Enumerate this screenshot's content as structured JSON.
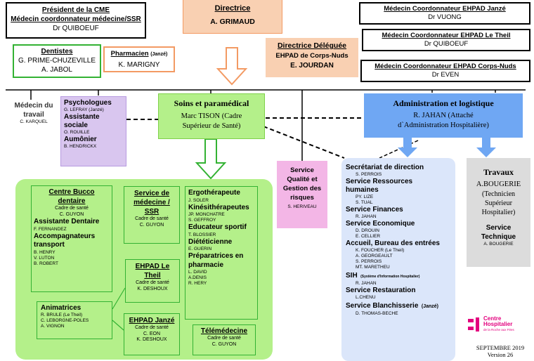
{
  "president": {
    "title": "Président de la CME",
    "subtitle": "Médecin coordonnateur médecine/SSR",
    "name": "Dr QUIBOEUF"
  },
  "directrice": {
    "title": "Directrice",
    "name": "A. GRIMAUD"
  },
  "janze_coord": {
    "title": "Médecin Coordonnateur EHPAD Janzé",
    "name": "Dr VUONG"
  },
  "theil_coord": {
    "title": "Médecin Coordonnateur EHPAD Le Theil",
    "name": "Dr QUIBOEUF"
  },
  "corps_coord": {
    "title": "Médecin Coordonnateur EHPAD Corps-Nuds",
    "name": "Dr EVEN"
  },
  "deleguee": {
    "title": "Directrice Déléguée",
    "line2": "EHPAD de Corps-Nuds",
    "name": "E. JOURDAN"
  },
  "dentistes": {
    "title": "Dentistes",
    "names": [
      "G. PRIME-CHUZEVILLE",
      "A. JABOL"
    ]
  },
  "pharmacien": {
    "title": "Pharmacien",
    "note": "(Janzé)",
    "name": "K.  MARIGNY"
  },
  "medecin_travail": {
    "title": "Médecin du travail",
    "name": "C. KARQUEL"
  },
  "psychologues": {
    "title": "Psychologues",
    "p1": "G. LEFRAY (Janzé)",
    "t2": "Assistante sociale",
    "p2": "O. ROUILLE",
    "t3": "Aumônier",
    "p3": "B. HENDRICKX"
  },
  "soins": {
    "title": "Soins et paramédical",
    "line1": "Marc TISON  (Cadre",
    "line2": "Supérieur de Santé)"
  },
  "admin": {
    "title": "Administration et logistique",
    "line1": "R. JAHAN (Attaché",
    "line2": "d`Administration Hospitalière)"
  },
  "qualite": {
    "lines": [
      "Service",
      "Qualité et",
      "Gestion des",
      "risques"
    ],
    "name": "S. HERIVEAU"
  },
  "travaux": {
    "title": "Travaux",
    "lines": [
      "A.BOUGERIE",
      "(Technicien",
      "Supérieur",
      "Hospitalier)"
    ],
    "st1": "Service",
    "st2": "Technique",
    "name": "A. BOUGERIE"
  },
  "bucco": {
    "t1": "Centre Bucco",
    "t2": "dentaire",
    "cadre": "Cadre de santé",
    "cname": "C. GUYON",
    "a1": "Assistante Dentaire",
    "a1n": "F. FERNANDEZ",
    "a2": "Accompagnateurs",
    "a3": "transport",
    "names": [
      "B. HENRY",
      "V. LUTON",
      "B. ROBERT"
    ]
  },
  "med_ssr": {
    "t1": "Service de",
    "t2": "médecine /",
    "t3": "SSR",
    "cadre": "Cadre de santé",
    "name": "C. GUYON"
  },
  "ehpad_theil": {
    "t1": "EHPAD Le",
    "t2": "Theil",
    "cadre": "Cadre de santé",
    "name": "K. DESHOUX"
  },
  "ehpad_janze": {
    "t1": "EHPAD Janzé",
    "cadre": "Cadre de santé",
    "n1": "C. EON",
    "n2": "K. DESHOUX"
  },
  "animatrices": {
    "title": "Animatrices",
    "names": [
      "R. BRULE  (Le Theil)",
      "C. LEBORGNE-POLES",
      "A. VIGNON"
    ]
  },
  "telemedecine": {
    "title": "Télémédecine",
    "cadre": "Cadre de santé",
    "name": "C. GUYON"
  },
  "paramed": {
    "ergo": "Ergothérapeute",
    "ergo_n": "J. SOLER",
    "kine": "Kinésithérapeutes",
    "kine_n": [
      "JP.  MONCHATRE",
      "S. GEFFROY"
    ],
    "sport": "Educateur sportif",
    "sport_n": "T. BLOSSIER",
    "diet": "Diététicienne",
    "diet_n": "E. GUERIN",
    "prep1": "Préparatrices  en",
    "prep2": "pharmacie",
    "prep_n": [
      "L. DAVID",
      "A.DENIS",
      "R. HERY"
    ]
  },
  "admin_list": {
    "secr": "Secrétariat de direction",
    "secr_n": "S. PERROIS",
    "rh1": "Service Ressources",
    "rh2": "humaines",
    "rh_n": [
      "PY. LIZE",
      "S. TUAL"
    ],
    "fin": "Service Finances",
    "fin_n": "R. JAHAN",
    "eco": "Service Economique",
    "eco_n": [
      "D. DROUIN",
      "E. CELLIER"
    ],
    "acc": "Accueil, Bureau des entrées",
    "acc_n": [
      "K. FOUCHER (Le  Theil)",
      "A. GEORGEAULT",
      "S. PERROIS",
      "MT. MARETHEU"
    ],
    "sih": "SIH",
    "sih_note": "(Système d'Information Hospitalier)",
    "sih_n": "R. JAHAN",
    "rest": "Service Restauration",
    "rest_n": "L.CHENU",
    "blanch": "Service Blanchisserie",
    "blanch_note": "(Janzé)",
    "blanch_n": "D. THOMAS-BECHE"
  },
  "logo": {
    "line1": "Centre",
    "line2": "Hospitalier",
    "line3": "de la Roche aux Fées"
  },
  "footer": {
    "date": "SEPTEMBRE 2019",
    "version": "Version 26"
  },
  "colors": {
    "peach": "#f9d0b2",
    "orange": "#f39a63",
    "green_light": "#b4f08a",
    "green": "#33b233",
    "purple": "#d9c6ef",
    "pink": "#f3b6e6",
    "blue": "#6fa7f3",
    "blue_light": "#dbe6fa",
    "gray": "#dcdcdc"
  }
}
